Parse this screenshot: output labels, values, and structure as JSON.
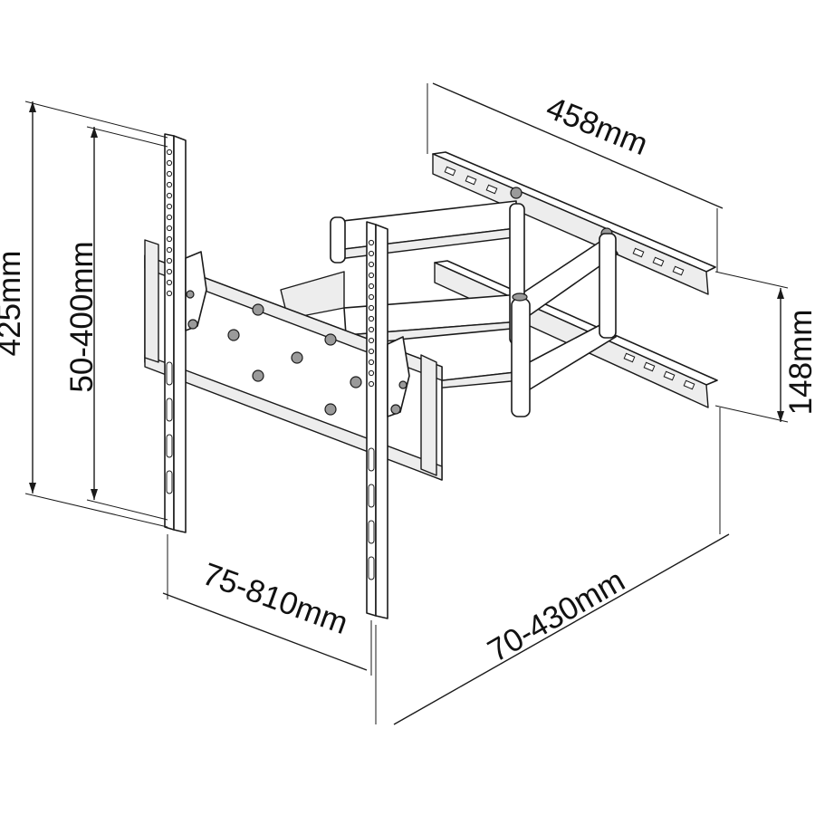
{
  "dimensions": {
    "overall_height": "425mm",
    "vesa_vertical": "50-400mm",
    "vesa_horizontal": "75-810mm",
    "wall_plate_width": "458mm",
    "wall_plate_height": "148mm",
    "extension": "70-430mm"
  },
  "colors": {
    "line": "#1a1a1a",
    "background": "#ffffff",
    "shade": "#ededed"
  }
}
